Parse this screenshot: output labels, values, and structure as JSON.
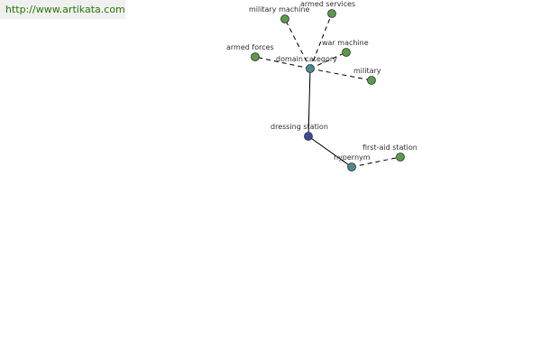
{
  "watermark": {
    "text": "http://www.artikata.com"
  },
  "colors": {
    "leaf": "#5a9a4a",
    "relation": "#4a8a8a",
    "center": "#3a4a9a",
    "edge": "#000000",
    "label": "#333333"
  },
  "diagram": {
    "nodes": [
      {
        "id": "dressing-station",
        "label": "dressing station",
        "kind": "center"
      },
      {
        "id": "domain-category",
        "label": "domain category",
        "kind": "relation"
      },
      {
        "id": "hypernym",
        "label": "hypernym",
        "kind": "relation"
      },
      {
        "id": "military-machine",
        "label": "military machine",
        "kind": "leaf"
      },
      {
        "id": "armed-services",
        "label": "armed services",
        "kind": "leaf"
      },
      {
        "id": "war-machine",
        "label": "war machine",
        "kind": "leaf"
      },
      {
        "id": "armed-forces",
        "label": "armed forces",
        "kind": "leaf"
      },
      {
        "id": "military",
        "label": "military",
        "kind": "leaf"
      },
      {
        "id": "first-aid-station",
        "label": "first-aid station",
        "kind": "leaf"
      }
    ],
    "edges": [
      {
        "from": "dressing-station",
        "to": "domain-category",
        "style": "solid"
      },
      {
        "from": "dressing-station",
        "to": "hypernym",
        "style": "solid"
      },
      {
        "from": "domain-category",
        "to": "military-machine",
        "style": "dashed"
      },
      {
        "from": "domain-category",
        "to": "armed-services",
        "style": "dashed"
      },
      {
        "from": "domain-category",
        "to": "war-machine",
        "style": "dashed"
      },
      {
        "from": "domain-category",
        "to": "armed-forces",
        "style": "dashed"
      },
      {
        "from": "domain-category",
        "to": "military",
        "style": "dashed"
      },
      {
        "from": "hypernym",
        "to": "first-aid-station",
        "style": "dashed"
      }
    ]
  }
}
